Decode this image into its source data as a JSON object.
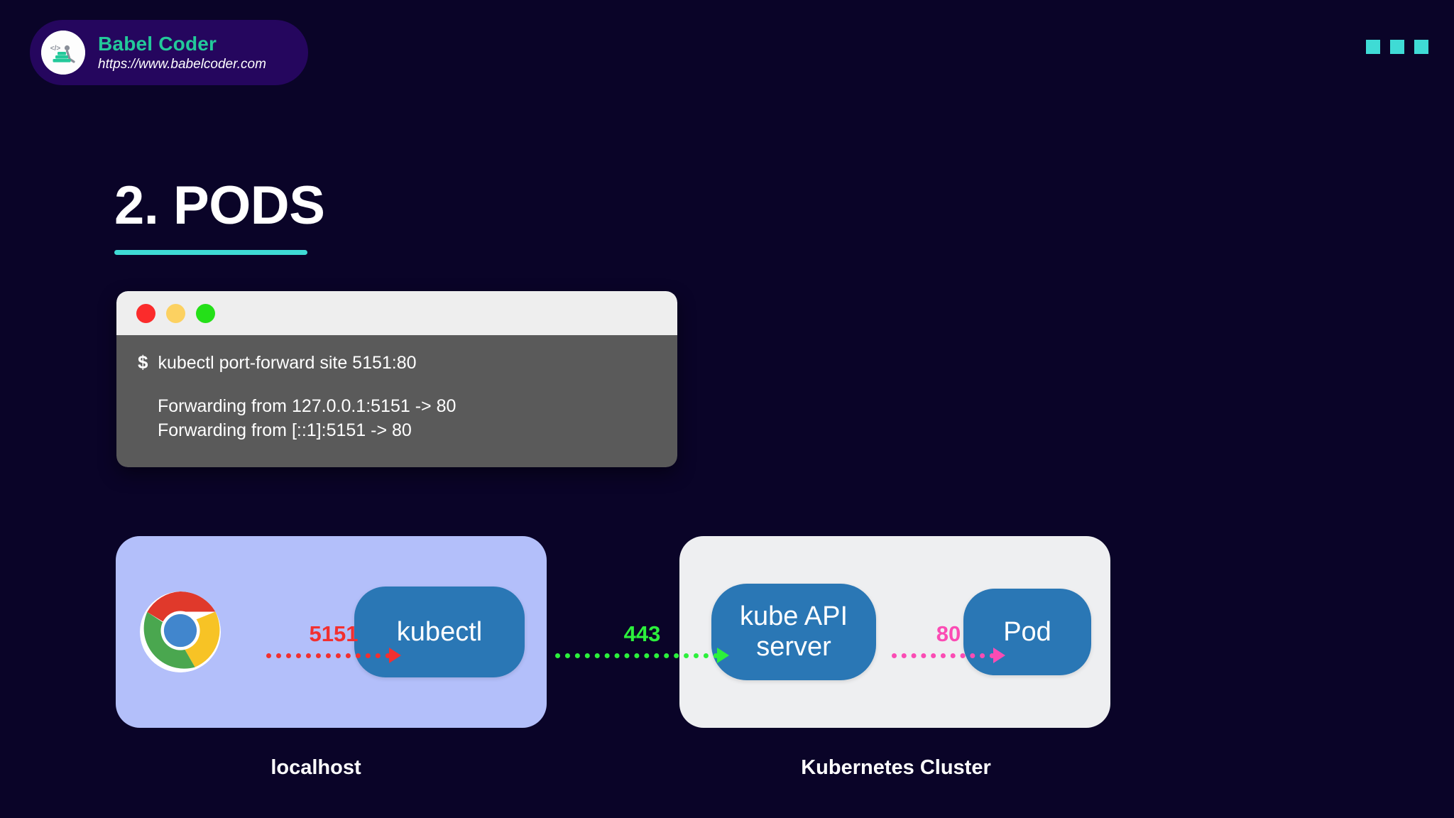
{
  "brand": {
    "name": "Babel Coder",
    "url": "https://www.babelcoder.com",
    "logo_icon": "babel-coder-steps-logo",
    "badge_color": "#25065e",
    "name_color": "#23c99a"
  },
  "page_indicator": {
    "icon": "three-squares-indicator",
    "count": 3,
    "color": "#3fdbd5"
  },
  "title": {
    "text": "2. PODS",
    "rule_color": "#3fdbd5"
  },
  "terminal": {
    "window_controls": [
      {
        "name": "close",
        "color": "#fb2b2b"
      },
      {
        "name": "minimize",
        "color": "#fcd161"
      },
      {
        "name": "maximize",
        "color": "#24e018"
      }
    ],
    "prompt_symbol": "$",
    "command": "kubectl port-forward site 5151:80",
    "output": [
      "Forwarding from 127.0.0.1:5151 -> 80",
      "Forwarding from [::1]:5151 -> 80"
    ],
    "titlebar_color": "#eeeeee",
    "body_color": "#5a5a5a"
  },
  "diagram": {
    "zones": [
      {
        "id": "localhost",
        "label": "localhost",
        "background": "#b3bffa"
      },
      {
        "id": "cluster",
        "label": "Kubernetes Cluster",
        "background": "#eeeff1"
      }
    ],
    "nodes": [
      {
        "id": "browser",
        "label": "",
        "icon": "chrome-logo"
      },
      {
        "id": "kubectl",
        "label": "kubectl",
        "color": "#2a77b5"
      },
      {
        "id": "kube-api-server",
        "label": "kube API server",
        "color": "#2a77b5"
      },
      {
        "id": "pod",
        "label": "Pod",
        "color": "#2a77b5"
      }
    ],
    "connections": [
      {
        "id": "browser-to-kubectl",
        "port": "5151",
        "color": "#f23030",
        "style": "dotted"
      },
      {
        "id": "kubectl-to-api",
        "port": "443",
        "color": "#2cf03c",
        "style": "dotted"
      },
      {
        "id": "api-to-pod",
        "port": "80",
        "color": "#fb4cb4",
        "style": "dotted"
      }
    ]
  },
  "background_color": "#0a0428"
}
